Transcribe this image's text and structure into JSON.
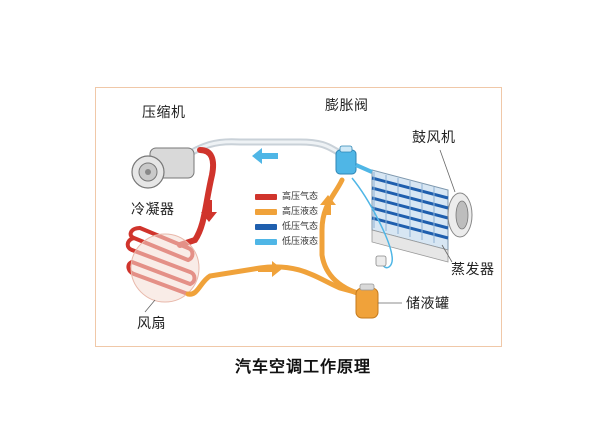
{
  "labels": {
    "compressor": "压缩机",
    "expansion_valve": "膨胀阀",
    "blower": "鼓风机",
    "condenser": "冷凝器",
    "evaporator": "蒸发器",
    "fan": "风扇",
    "receiver_drier": "储液罐"
  },
  "legend": [
    {
      "label": "高压气态",
      "color": "#d0342c"
    },
    {
      "label": "高压液态",
      "color": "#f0a23a"
    },
    {
      "label": "低压气态",
      "color": "#1f5fae"
    },
    {
      "label": "低压液态",
      "color": "#4fb6e6"
    }
  ],
  "caption": "汽车空调工作原理",
  "colors": {
    "frame": "#f0c8a8",
    "high_pressure_gas": "#d0342c",
    "high_pressure_liquid": "#f0a23a",
    "low_pressure_gas": "#1f5fae",
    "low_pressure_liquid": "#4fb6e6",
    "low_pressure_return_pipe": "#c9d1d8"
  }
}
